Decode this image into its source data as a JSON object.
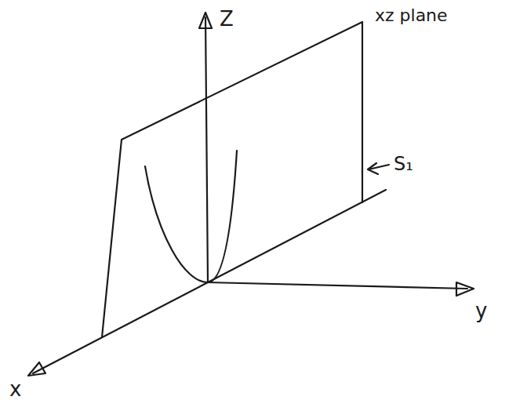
{
  "diagram": {
    "labels": [
      "Z",
      "xz plane",
      "S₁",
      "y",
      "x"
    ]
  }
}
